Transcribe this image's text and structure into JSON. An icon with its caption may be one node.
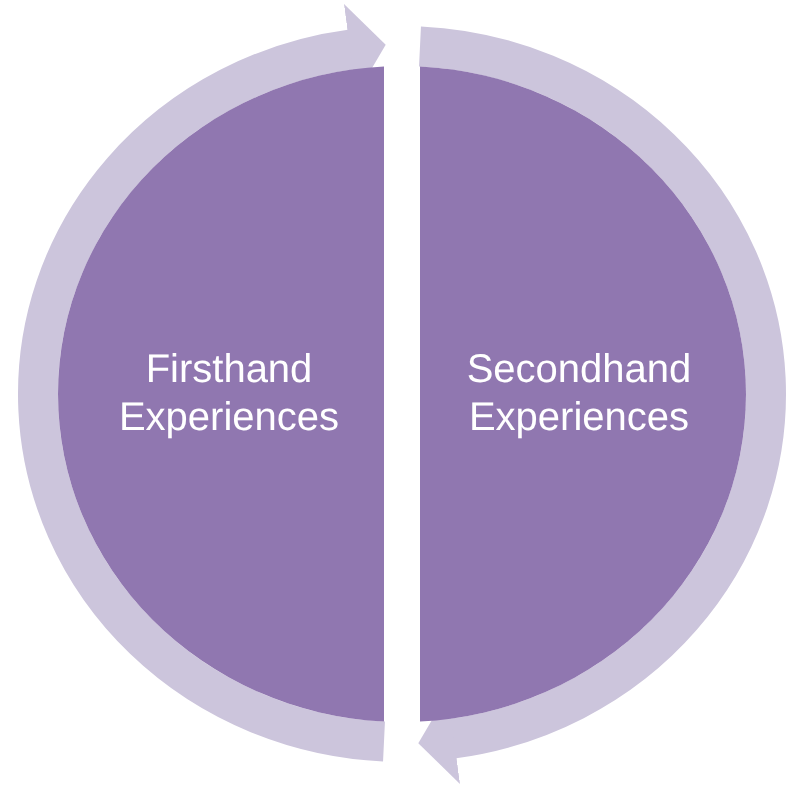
{
  "diagram": {
    "nodes": [
      {
        "text": [
          "Firsthand Experiences"
        ]
      },
      {
        "text": [
          "Secondhand Experiences"
        ]
      }
    ],
    "edges": [
      {
        "from": 0,
        "to": 1,
        "arrow": "to"
      },
      {
        "from": 1,
        "to": 0,
        "arrow": "to"
      }
    ]
  }
}
